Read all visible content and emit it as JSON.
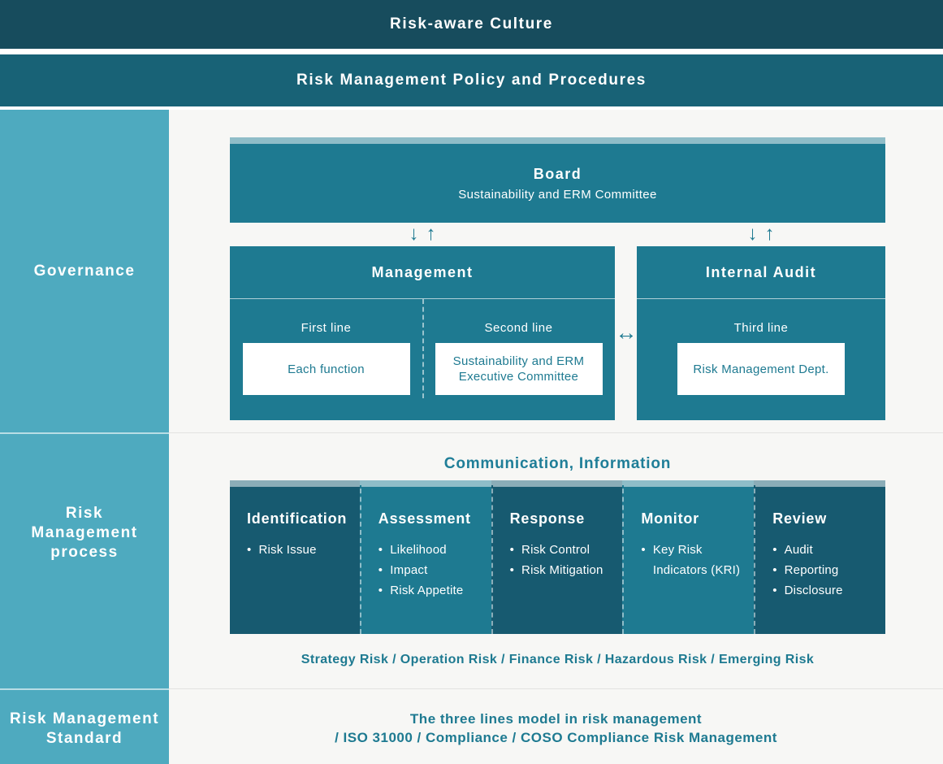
{
  "banners": {
    "culture": "Risk-aware Culture",
    "policy": "Risk Management Policy and Procedures"
  },
  "sidebar": {
    "governance_label": "Governance",
    "process_label": "Risk\nManagement\nprocess",
    "standard_label": "Risk Management\nStandard"
  },
  "governance": {
    "board": {
      "title": "Board",
      "subtitle": "Sustainability and ERM Committee"
    },
    "management": {
      "title": "Management",
      "first_line_label": "First line",
      "first_line_box": "Each function",
      "second_line_label": "Second line",
      "second_line_box": "Sustainability and ERM\nExecutive Committee"
    },
    "internal_audit": {
      "title": "Internal Audit",
      "third_line_label": "Third line",
      "third_line_box": "Risk Management Dept."
    }
  },
  "icons": {
    "arrow_down": "↓",
    "arrow_up": "↑",
    "arrow_both": "↔",
    "bullet": "•"
  },
  "process": {
    "communication_heading": "Communication, Information",
    "columns": [
      {
        "title": "Identification",
        "items": [
          "Risk Issue"
        ]
      },
      {
        "title": "Assessment",
        "items": [
          "Likelihood",
          "Impact",
          "Risk Appetite"
        ]
      },
      {
        "title": "Response",
        "items": [
          "Risk Control",
          "Risk Mitigation"
        ]
      },
      {
        "title": "Monitor",
        "items": [
          "Key Risk Indicators (KRI)"
        ]
      },
      {
        "title": "Review",
        "items": [
          "Audit",
          "Reporting",
          "Disclosure"
        ]
      }
    ],
    "risk_types": "Strategy Risk / Operation Risk / Finance Risk / Hazardous Risk / Emerging Risk"
  },
  "standard": {
    "line1": "The three lines model in risk management",
    "line2": "/ ISO 31000 / Compliance / COSO Compliance Risk Management"
  },
  "colors": {
    "banner_dark": "#174C5D",
    "banner_teal": "#186276",
    "sidebar": "#4EAABF",
    "box_teal": "#1E7A91",
    "box_dark": "#175A70",
    "background": "#F7F7F5",
    "text_teal": "#1E7A91"
  }
}
